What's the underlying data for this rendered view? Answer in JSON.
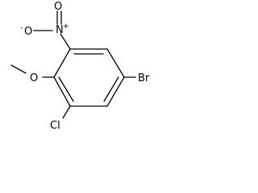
{
  "structure": {
    "atoms": {
      "nitro_nitrogen": "N",
      "nitro_nitrogen_charge": "+",
      "nitro_oxygen_top": "O",
      "nitro_oxygen_left": "O",
      "nitro_oxygen_left_charge": "-",
      "methoxy_oxygen": "O",
      "bromine": "Br",
      "chlorine": "Cl"
    }
  }
}
